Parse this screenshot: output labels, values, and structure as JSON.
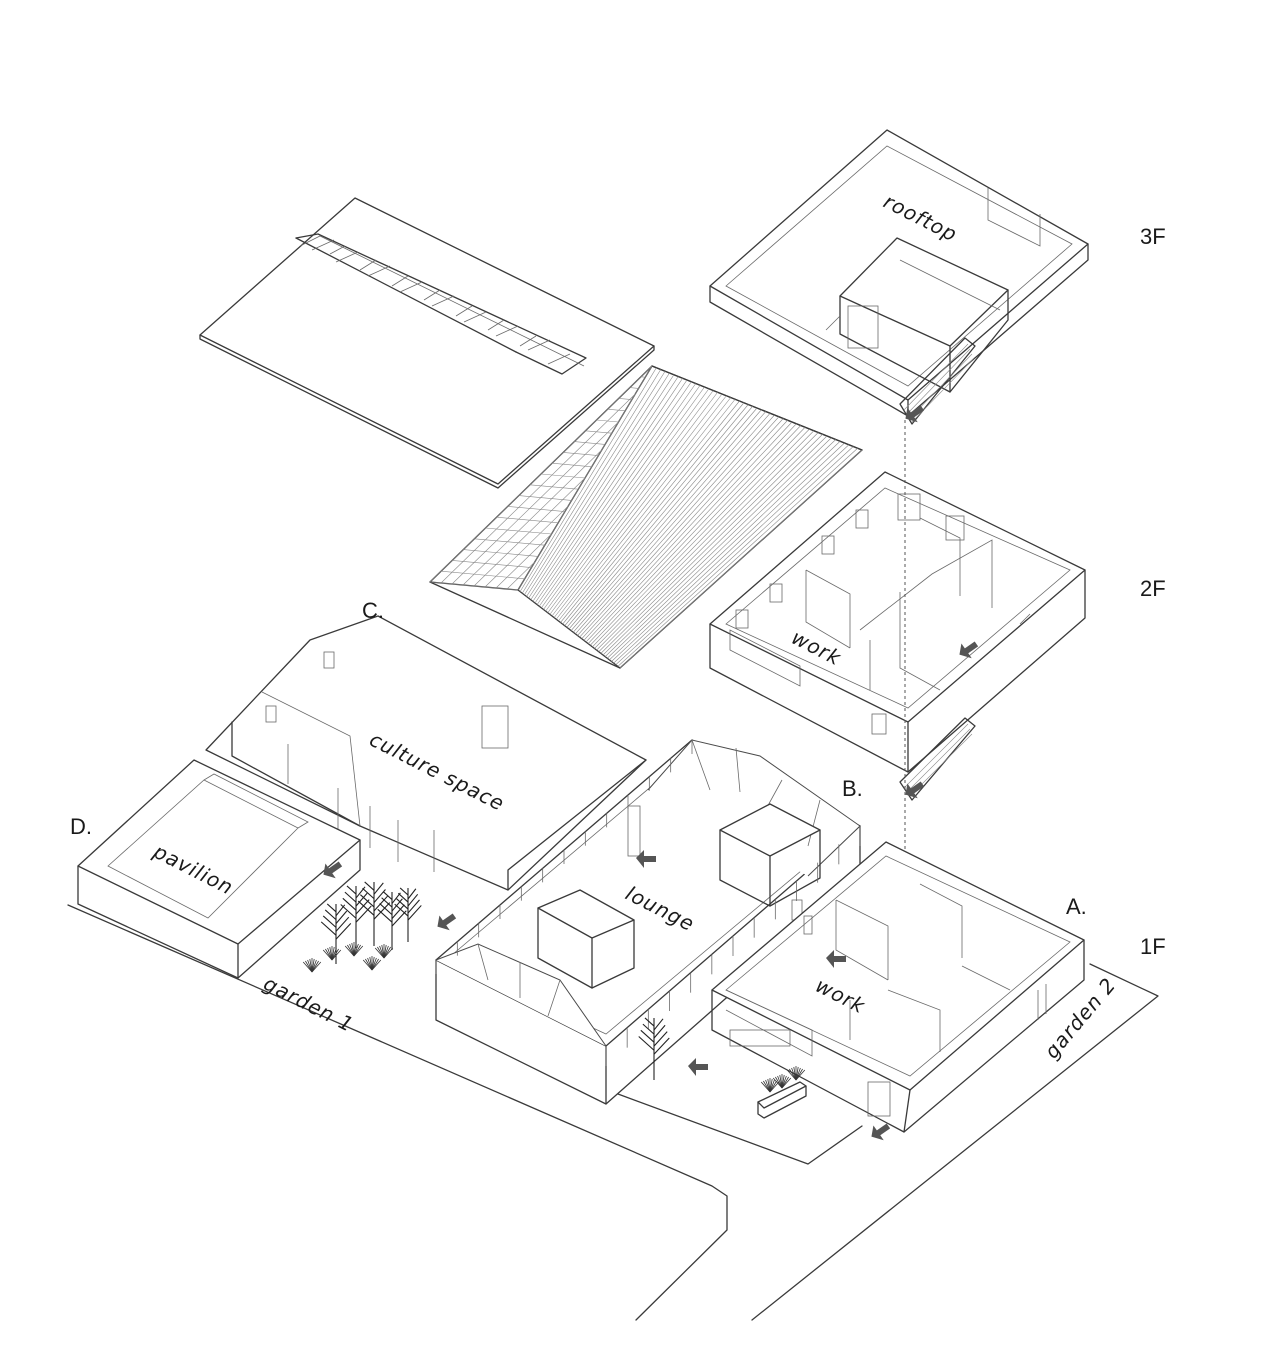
{
  "labels": {
    "rooftop": "rooftop",
    "work_2f": "work",
    "culture_space": "culture space",
    "lounge": "lounge",
    "pavilion": "pavilion",
    "work_1f": "work",
    "garden_1": "garden 1",
    "garden_2": "garden 2"
  },
  "floors": {
    "f3": "3F",
    "f2": "2F",
    "f1": "1F"
  },
  "buildings": {
    "a": "A.",
    "b": "B.",
    "c": "C.",
    "d": "D."
  }
}
